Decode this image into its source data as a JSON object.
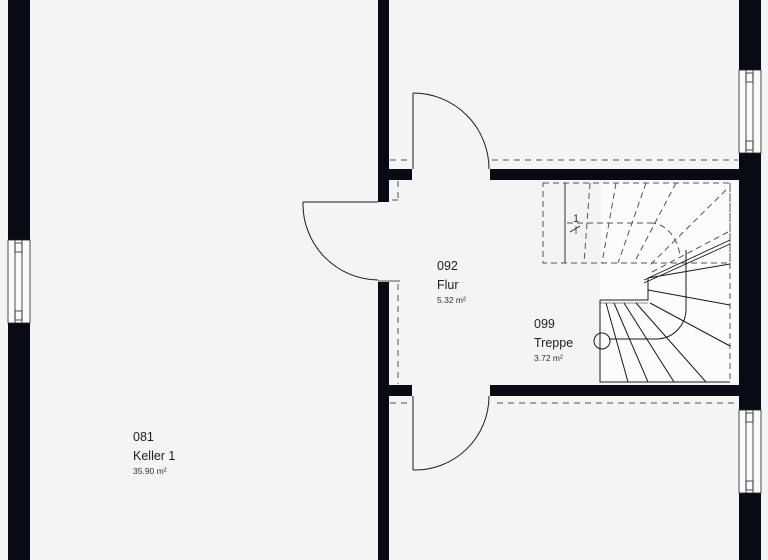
{
  "plan": {
    "background": "#f4f4f4",
    "wall_color": "#0a0a14",
    "line_color": "#1a1a1a",
    "dashed_color": "#555555"
  },
  "rooms": [
    {
      "number": "081",
      "name": "Keller 1",
      "area": "35.90 m²"
    },
    {
      "number": "092",
      "name": "Flur",
      "area": "5.32 m²"
    },
    {
      "number": "099",
      "name": "Treppe",
      "area": "3.72 m²"
    }
  ],
  "stair": {
    "section_mark": "1"
  }
}
